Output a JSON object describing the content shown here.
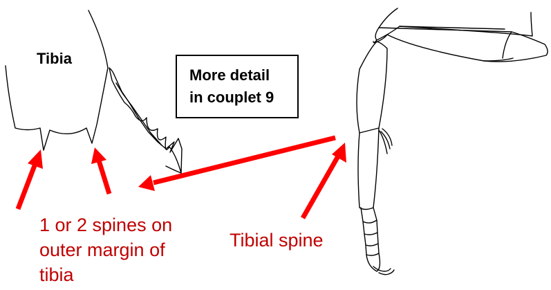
{
  "labels": {
    "tibia_title": "Tibia",
    "detail_box": [
      "More detail",
      "in couplet 9"
    ],
    "spines_caption": [
      "1 or 2 spines on",
      "outer margin of",
      "tibia"
    ],
    "tibial_spine": "Tibial spine"
  },
  "colors": {
    "arrow": "#ff0000",
    "caption_text": "#c00000",
    "line_art": "#000000"
  }
}
